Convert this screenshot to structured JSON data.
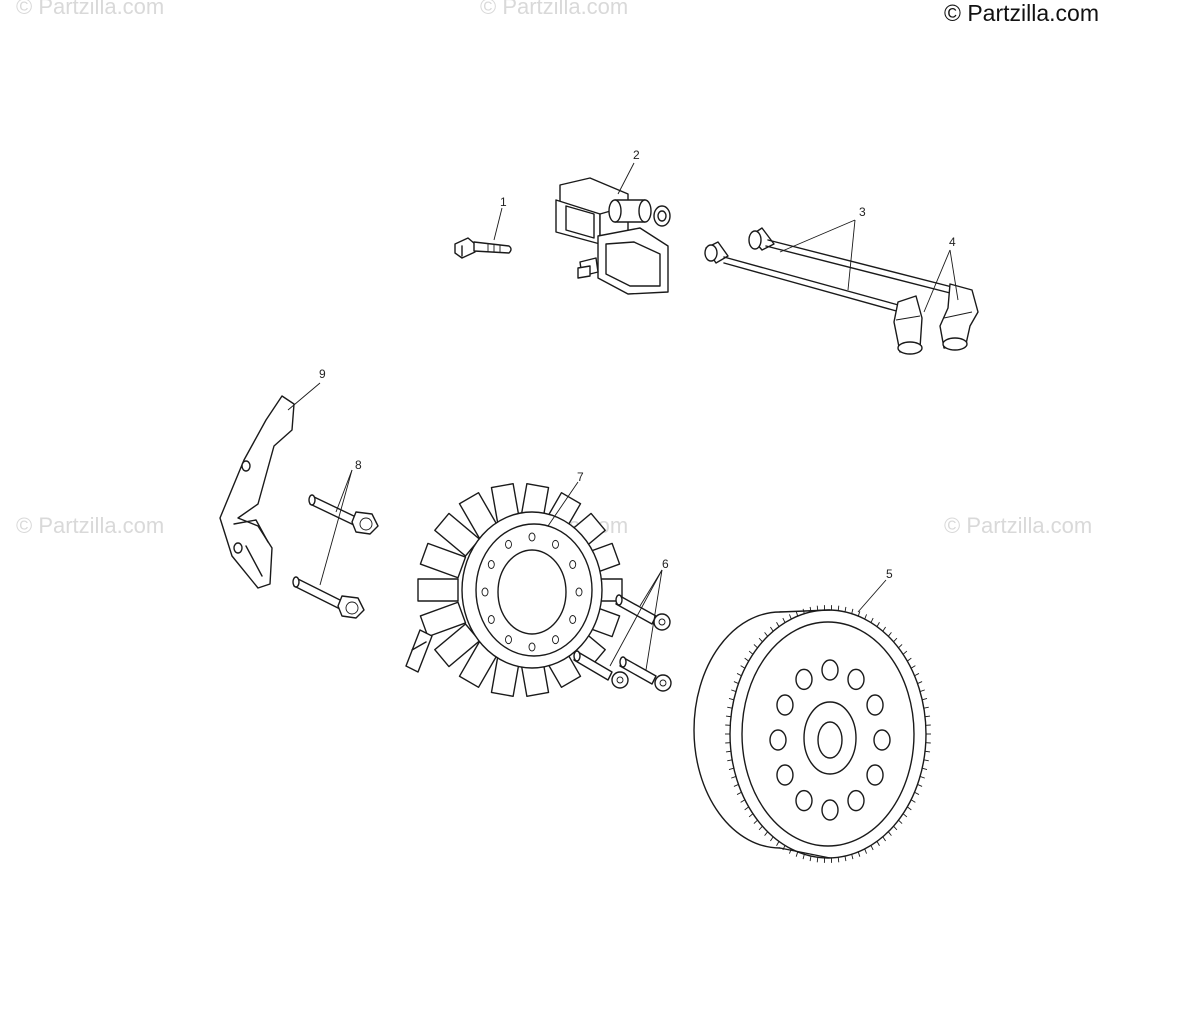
{
  "watermarks": {
    "main": "© Partzilla.com",
    "faint": "© Partzilla.com"
  },
  "callouts": {
    "c1": "1",
    "c2": "2",
    "c3": "3",
    "c4": "4",
    "c5": "5",
    "c6": "6",
    "c7": "7",
    "c8": "8",
    "c9": "9"
  },
  "colors": {
    "line": "#1a1a1a",
    "watermark": "#d9d9d9",
    "background": "#ffffff"
  }
}
